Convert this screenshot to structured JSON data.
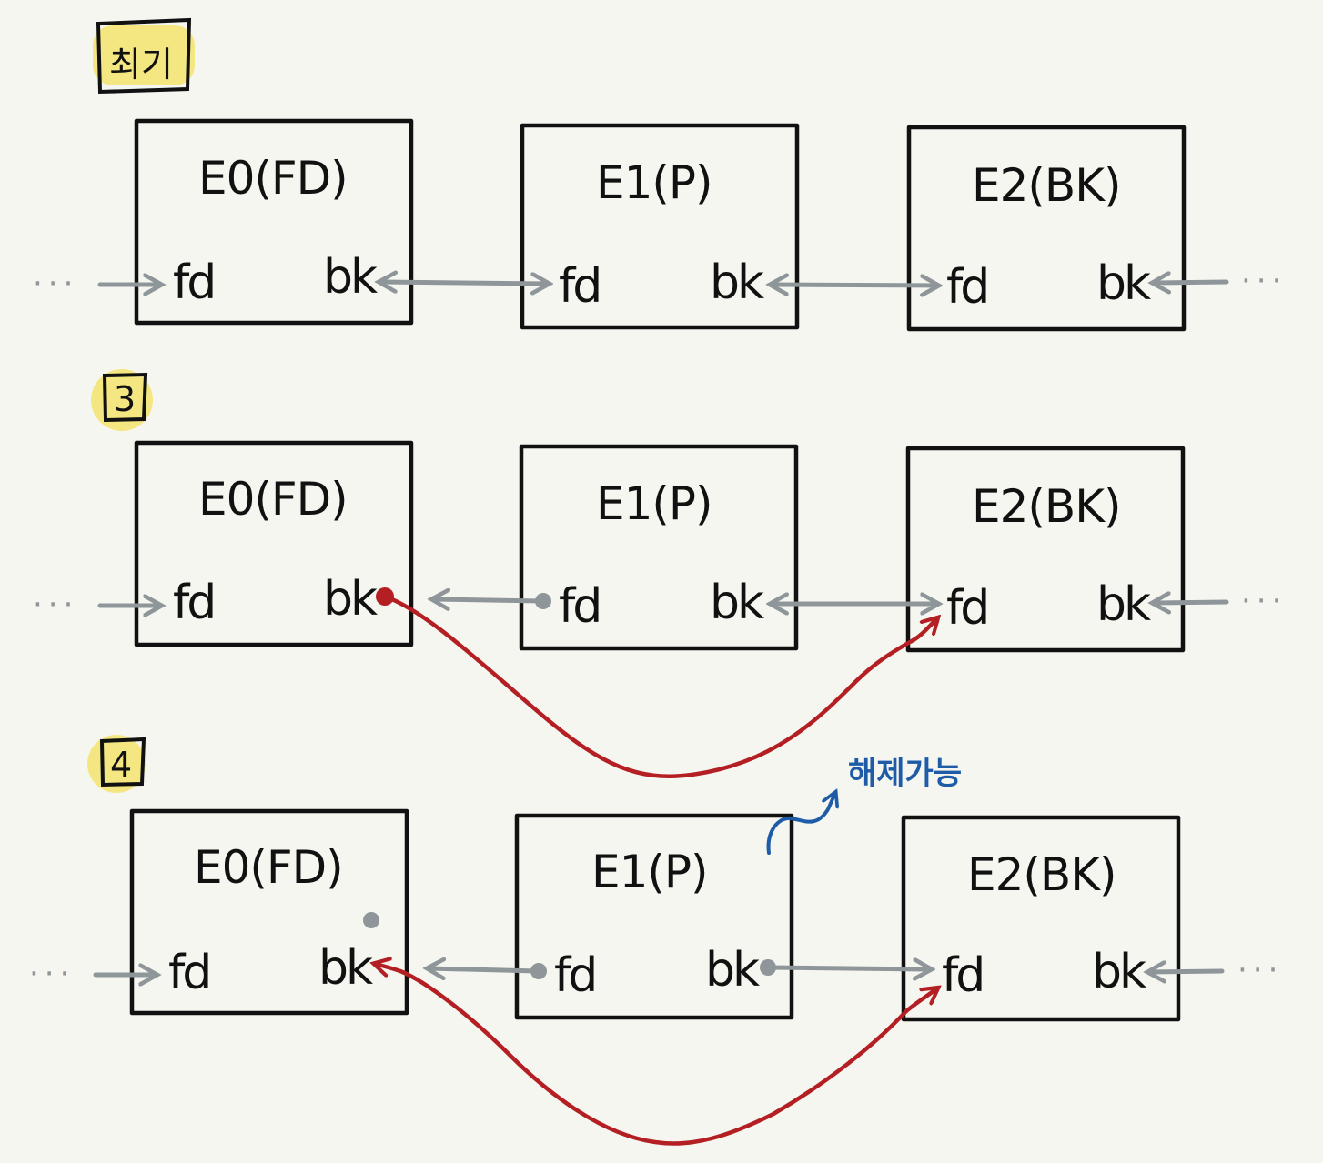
{
  "steps": [
    {
      "label": "최기",
      "nodes": [
        {
          "title": "E0(FD)",
          "fd": "fd",
          "bk": "bk"
        },
        {
          "title": "E1(P)",
          "fd": "fd",
          "bk": "bk"
        },
        {
          "title": "E2(BK)",
          "fd": "fd",
          "bk": "bk"
        }
      ],
      "ellipsis_left": "···",
      "ellipsis_right": "···"
    },
    {
      "label": "3",
      "nodes": [
        {
          "title": "E0(FD)",
          "fd": "fd",
          "bk": "bk"
        },
        {
          "title": "E1(P)",
          "fd": "fd",
          "bk": "bk"
        },
        {
          "title": "E2(BK)",
          "fd": "fd",
          "bk": "bk"
        }
      ],
      "ellipsis_left": "···",
      "ellipsis_right": "···"
    },
    {
      "label": "4",
      "nodes": [
        {
          "title": "E0(FD)",
          "fd": "fd",
          "bk": "bk"
        },
        {
          "title": "E1(P)",
          "fd": "fd",
          "bk": "bk"
        },
        {
          "title": "E2(BK)",
          "fd": "fd",
          "bk": "bk"
        }
      ],
      "ellipsis_left": "···",
      "ellipsis_right": "···"
    }
  ],
  "annotation": "해제가능",
  "colors": {
    "link": "#8f969a",
    "new_link": "#b41f24",
    "annotation": "#1f5ca8",
    "highlight": "#f4e676"
  }
}
